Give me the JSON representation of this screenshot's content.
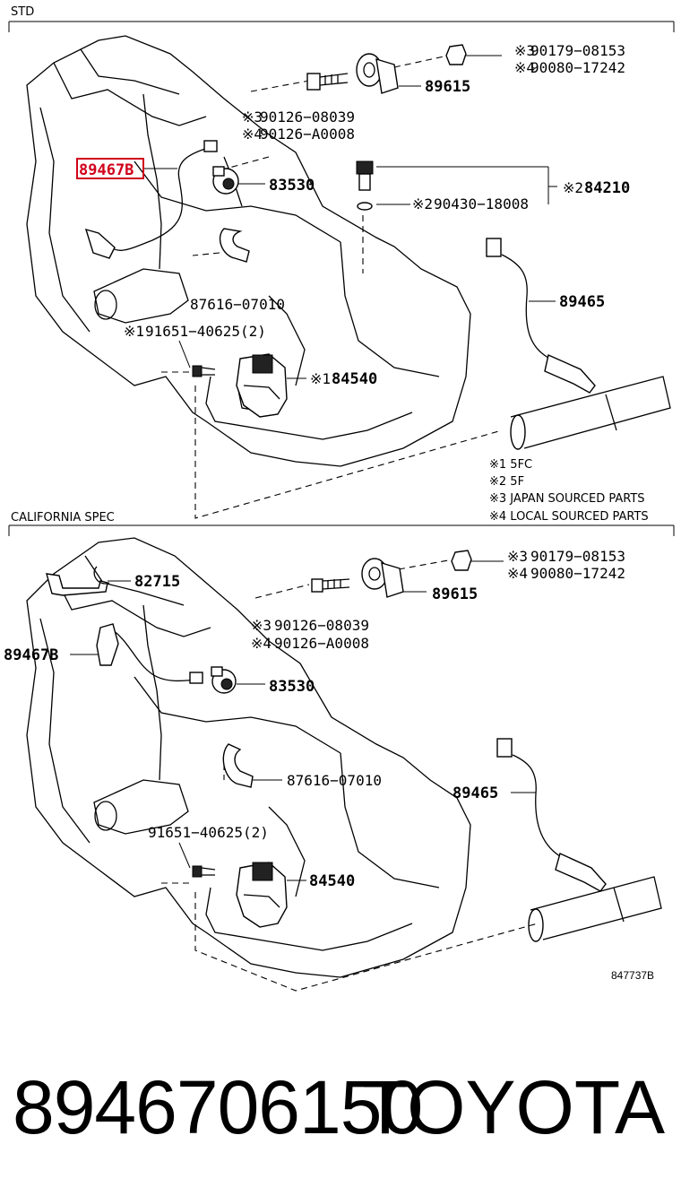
{
  "sections": [
    {
      "title": "STD",
      "labels": {
        "p89615": "89615",
        "p90179": "90179−08153",
        "p90080": "90080−17242",
        "p90126a": "90126−08039",
        "p90126b": "90126−A0008",
        "p89467": "89467B",
        "p83530": "83530",
        "p84210": "84210",
        "p90430": "90430−18008",
        "p87616": "87616−07010",
        "p91651": "91651−40625(2)",
        "p84540": "84540",
        "p89465": "89465"
      },
      "marks": {
        "m90179": "※3",
        "m90080": "※4",
        "m90126a": "※3",
        "m90126b": "※4",
        "m84210": "※2",
        "m90430": "※2",
        "m91651": "※1",
        "m84540": "※1"
      },
      "notes": [
        "※1 5FC",
        "※2 5F",
        "※3 JAPAN SOURCED PARTS",
        "※4 LOCAL SOURCED PARTS"
      ],
      "highlight_color": "#d0021b"
    },
    {
      "title": "CALIFORNIA SPEC",
      "labels": {
        "p82715": "82715",
        "p89615": "89615",
        "p90179": "90179−08153",
        "p90080": "90080−17242",
        "p90126a": "90126−08039",
        "p90126b": "90126−A0008",
        "p89467": "89467B",
        "p83530": "83530",
        "p87616": "87616−07010",
        "p89465": "89465",
        "p91651": "91651−40625(2)",
        "p84540": "84540"
      },
      "marks": {
        "m90179": "※3",
        "m90080": "※4",
        "m90126a": "※3",
        "m90126b": "※4"
      },
      "figure_code": "847737B"
    }
  ],
  "footer": {
    "part_number": "8946706150",
    "brand": "TOYOTA"
  }
}
